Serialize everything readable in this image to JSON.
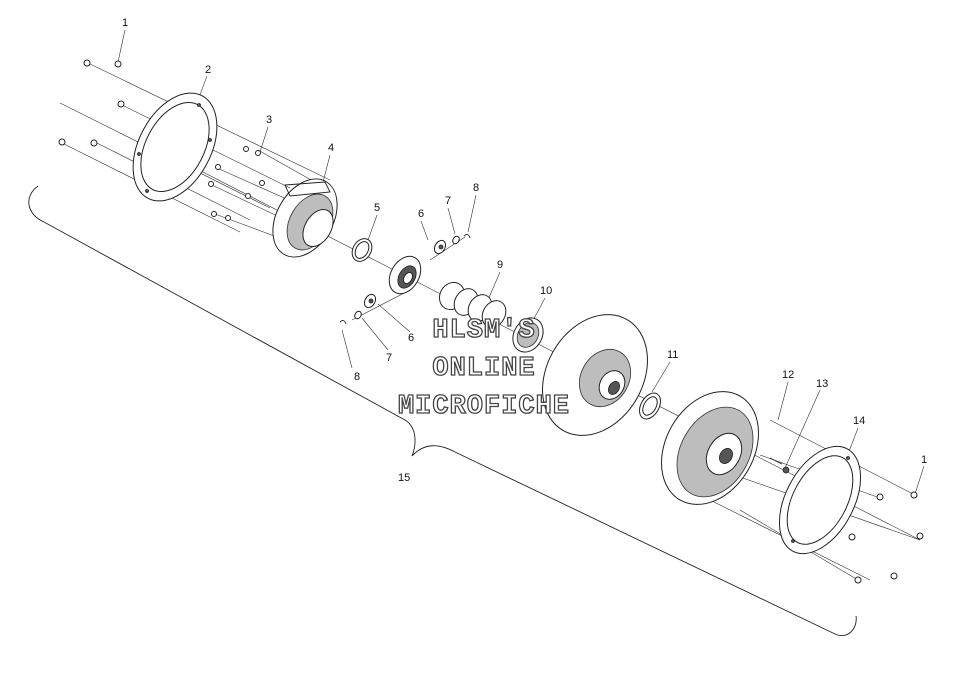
{
  "callouts": [
    {
      "id": "c1a",
      "text": "1"
    },
    {
      "id": "c2",
      "text": "2"
    },
    {
      "id": "c3",
      "text": "3"
    },
    {
      "id": "c4",
      "text": "4"
    },
    {
      "id": "c5",
      "text": "5"
    },
    {
      "id": "c6a",
      "text": "6"
    },
    {
      "id": "c7a",
      "text": "7"
    },
    {
      "id": "c8a",
      "text": "8"
    },
    {
      "id": "c9",
      "text": "9"
    },
    {
      "id": "c10",
      "text": "10"
    },
    {
      "id": "c8b",
      "text": "8"
    },
    {
      "id": "c7b",
      "text": "7"
    },
    {
      "id": "c6b",
      "text": "6"
    },
    {
      "id": "c11",
      "text": "11"
    },
    {
      "id": "c12",
      "text": "12"
    },
    {
      "id": "c13",
      "text": "13"
    },
    {
      "id": "c14",
      "text": "14"
    },
    {
      "id": "c1b",
      "text": "1"
    },
    {
      "id": "c15",
      "text": "15"
    }
  ],
  "watermark": {
    "line1": "HLSM'S",
    "line2": "ONLINE",
    "line3": "MICROFICHE"
  }
}
